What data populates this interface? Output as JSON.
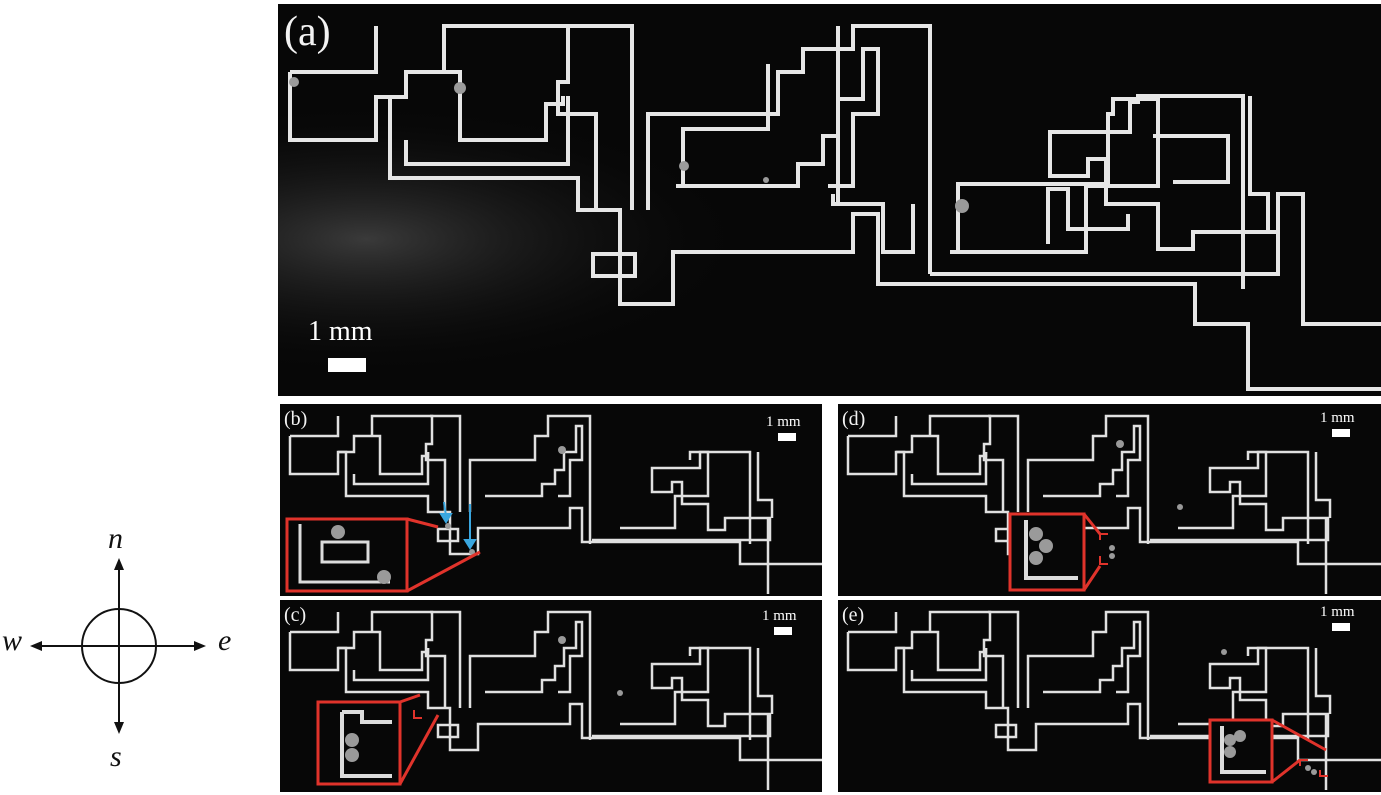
{
  "figure": {
    "panel_a": {
      "label": "(a)",
      "scale_label": "1 mm"
    },
    "panel_b": {
      "label": "(b)",
      "scale_label": "1 mm"
    },
    "panel_c": {
      "label": "(c)",
      "scale_label": "1 mm"
    },
    "panel_d": {
      "label": "(d)",
      "scale_label": "1 mm"
    },
    "panel_e": {
      "label": "(e)",
      "scale_label": "1 mm"
    }
  },
  "compass": {
    "north": "n",
    "south": "s",
    "east": "e",
    "west": "w"
  },
  "colors": {
    "channel": "#e6e6e6",
    "background": "#070707",
    "inset": "#e0332b",
    "arrow": "#3aa7e0"
  }
}
